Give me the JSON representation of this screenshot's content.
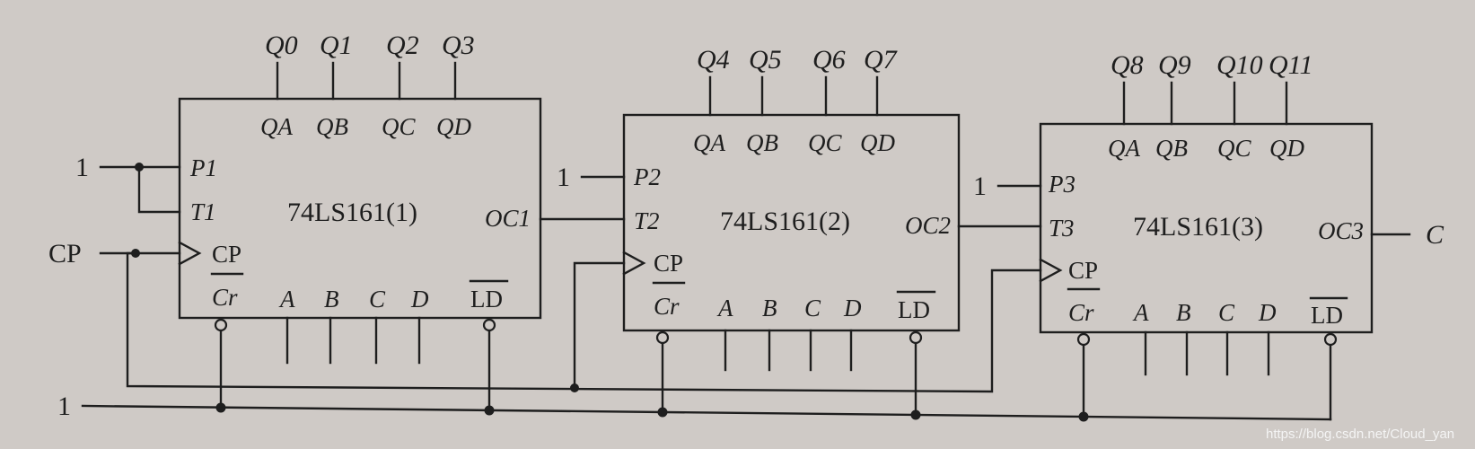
{
  "input_one_1": "1",
  "input_one_2": "1",
  "input_one_3": "1",
  "clock_input": "CP",
  "reset_rail": "1",
  "carry_output": "C",
  "chips": [
    {
      "name": "74LS161(1)",
      "outputs": [
        "Q0",
        "Q1",
        "Q2",
        "Q3"
      ],
      "pins": {
        "QA": "QA",
        "QB": "QB",
        "QC": "QC",
        "QD": "QD",
        "P": "P1",
        "T": "T1",
        "OC": "OC1",
        "CP": "CP",
        "Cr": "Cr",
        "A": "A",
        "B": "B",
        "C": "C",
        "D": "D",
        "LD": "LD"
      }
    },
    {
      "name": "74LS161(2)",
      "outputs": [
        "Q4",
        "Q5",
        "Q6",
        "Q7"
      ],
      "pins": {
        "QA": "QA",
        "QB": "QB",
        "QC": "QC",
        "QD": "QD",
        "P": "P2",
        "T": "T2",
        "OC": "OC2",
        "CP": "CP",
        "Cr": "Cr",
        "A": "A",
        "B": "B",
        "C": "C",
        "D": "D",
        "LD": "LD"
      }
    },
    {
      "name": "74LS161(3)",
      "outputs": [
        "Q8",
        "Q9",
        "Q10",
        "Q11"
      ],
      "pins": {
        "QA": "QA",
        "QB": "QB",
        "QC": "QC",
        "QD": "QD",
        "P": "P3",
        "T": "T3",
        "OC": "OC3",
        "CP": "CP",
        "Cr": "Cr",
        "A": "A",
        "B": "B",
        "C": "C",
        "D": "D",
        "LD": "LD"
      }
    }
  ],
  "watermark": "https://blog.csdn.net/Cloud_yan"
}
